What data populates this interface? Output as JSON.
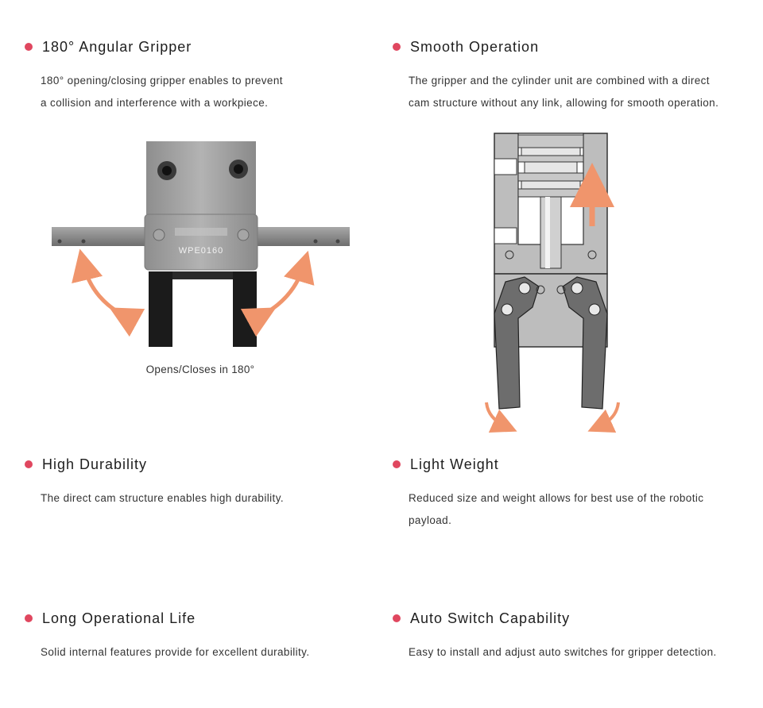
{
  "features": [
    {
      "title": "180° Angular Gripper",
      "lines": [
        "180° opening/closing gripper enables to prevent",
        "a collision and interference with a workpiece."
      ]
    },
    {
      "title": "Smooth Operation",
      "lines": [
        "The gripper and the cylinder unit are combined with a direct",
        "cam structure without any link, allowing for smooth operation."
      ]
    },
    {
      "title": "High Durability",
      "lines": [
        "The direct cam structure enables high durability."
      ]
    },
    {
      "title": "Light Weight",
      "lines": [
        "Reduced size and weight allows for best use of the robotic",
        "payload."
      ]
    },
    {
      "title": "Long Operational Life",
      "lines": [
        "Solid internal features provide for excellent durability."
      ]
    },
    {
      "title": "Auto Switch Capability",
      "lines": [
        "Easy to install and adjust auto switches for gripper detection."
      ]
    }
  ],
  "figure1": {
    "caption": "Opens/Closes in 180°",
    "model_label": "WPE0160"
  },
  "colors": {
    "bullet": "#e0475f",
    "arrow": "#f0956c",
    "body_metal": "#9a9a9a",
    "diagram_fill": "#bdbdbd",
    "jaw": "#1b1b1b"
  }
}
